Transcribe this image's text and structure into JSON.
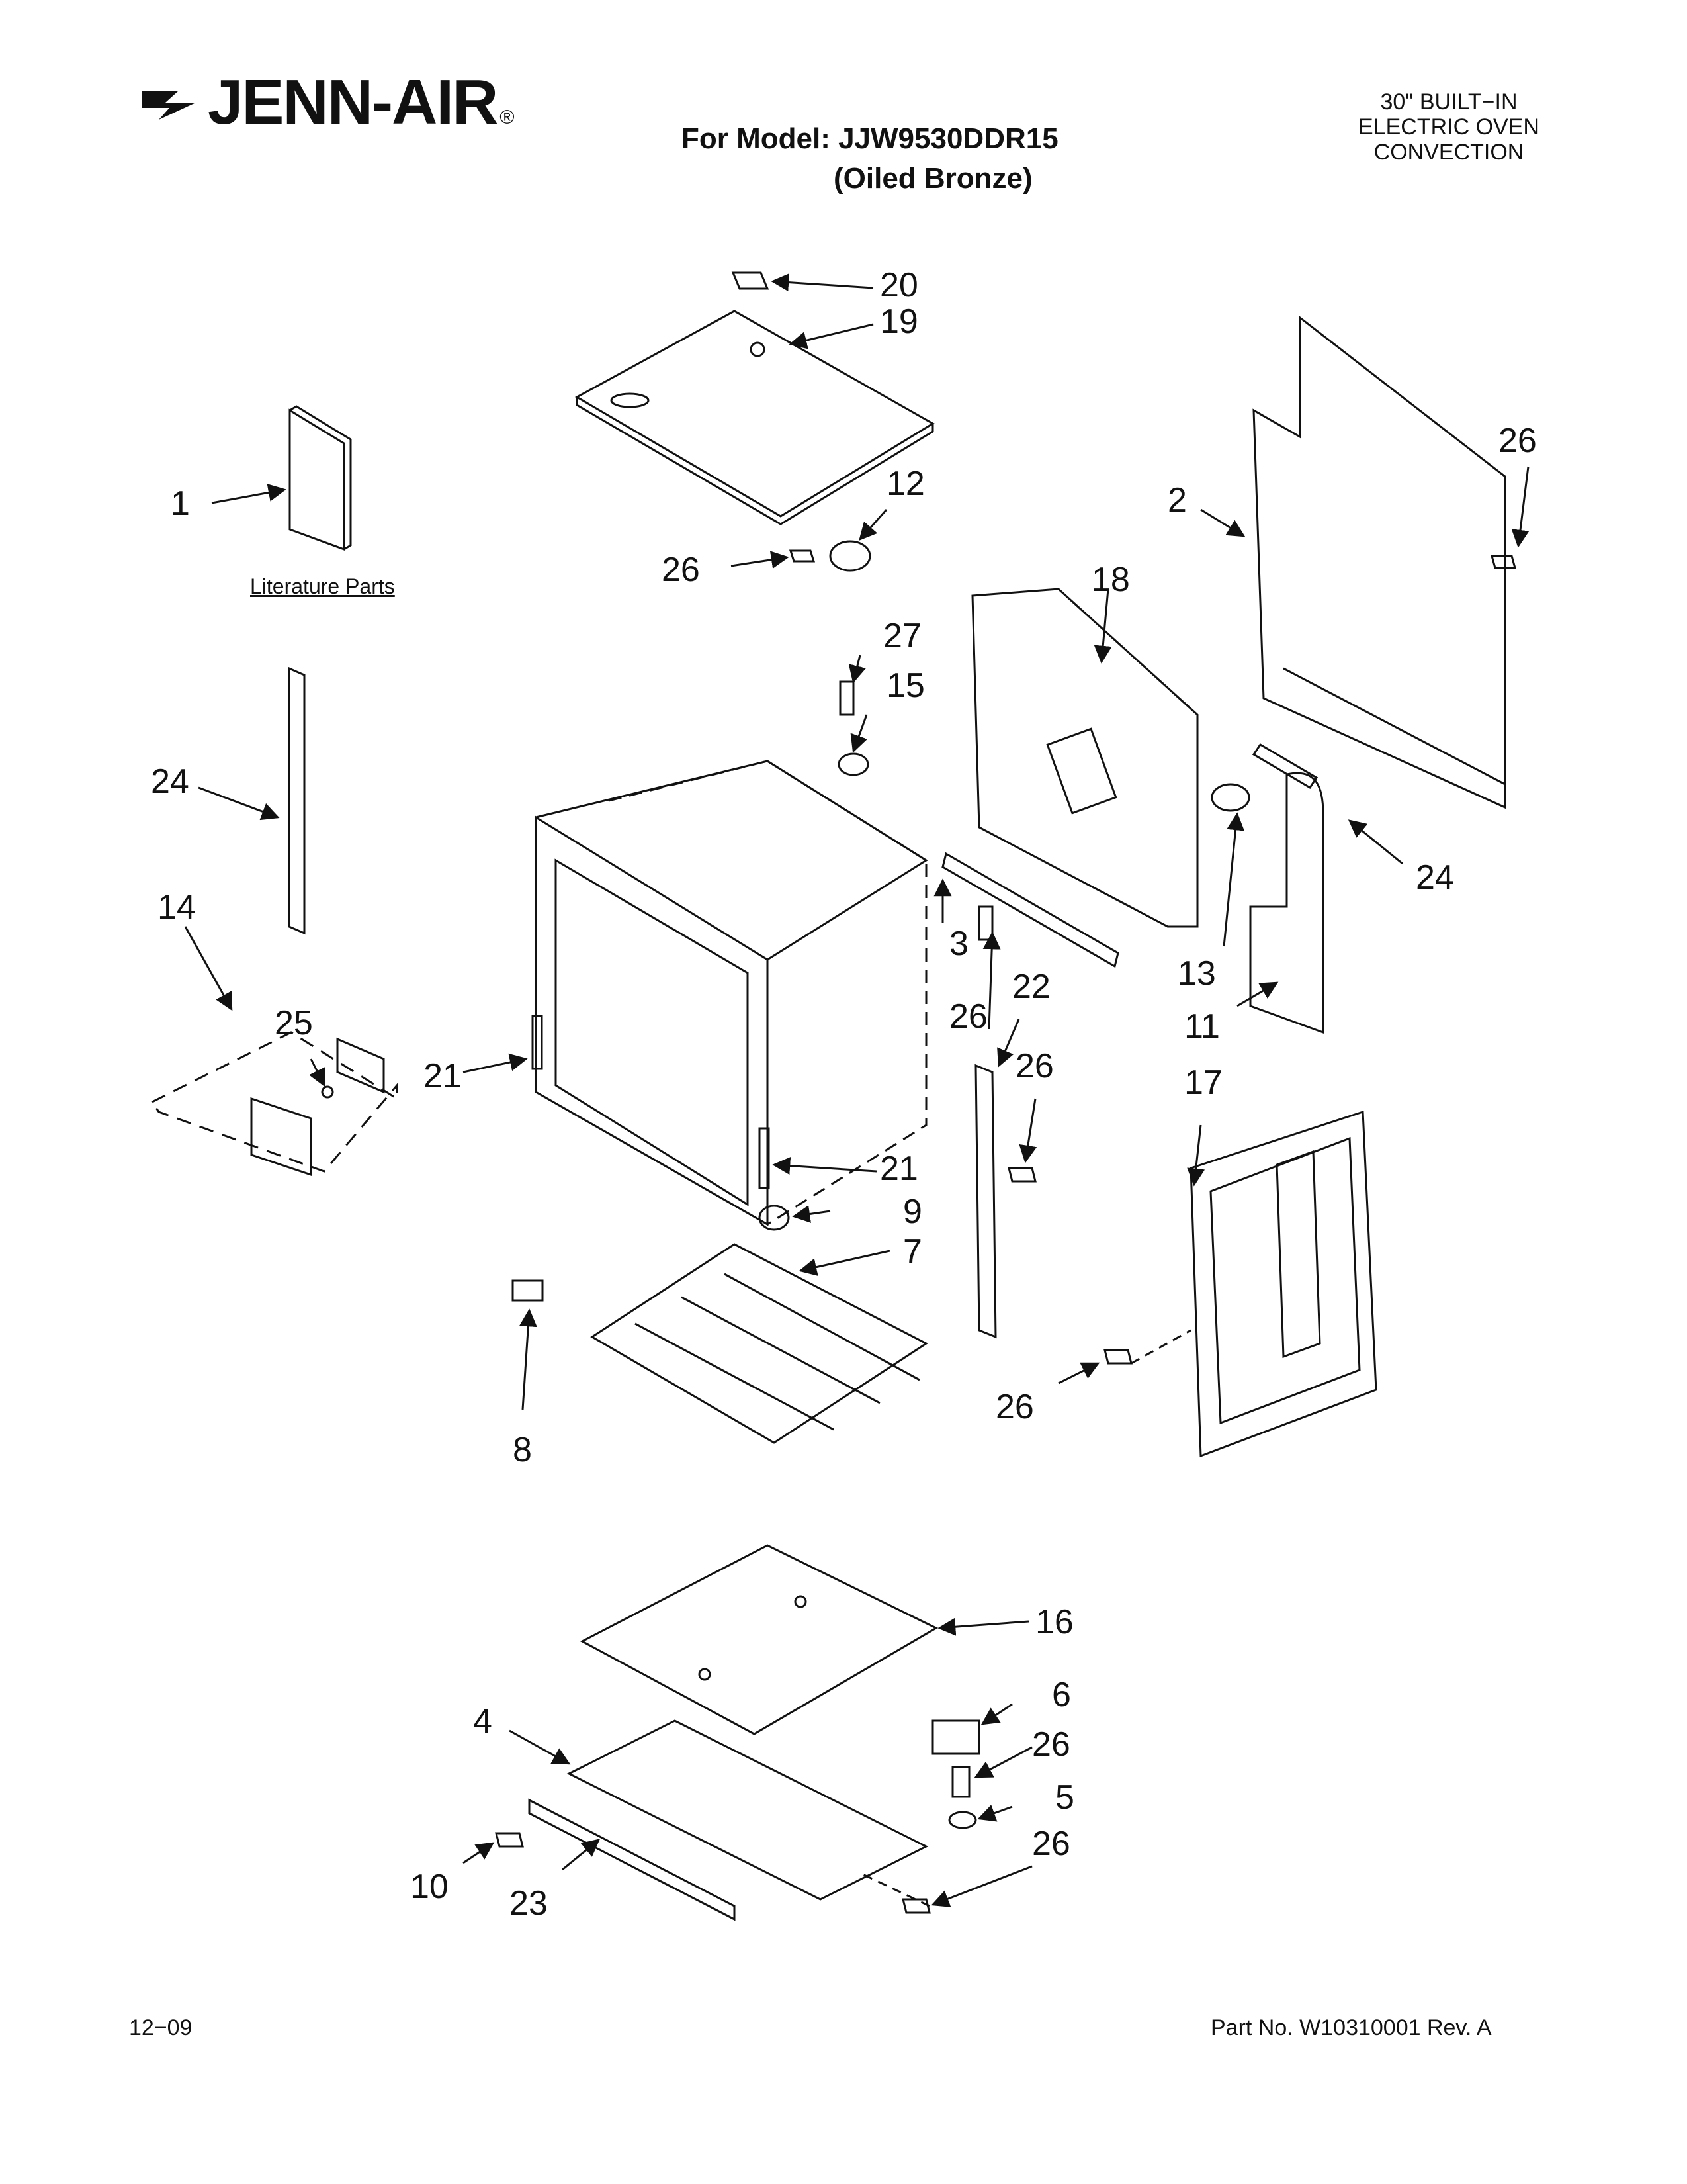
{
  "header": {
    "brand_name": "JENN-AIR",
    "brand_symbol": "®",
    "model_line": "For Model: JJW9530DDR15",
    "finish": "(Oiled Bronze)",
    "product_type": [
      "30\" BUILT−IN",
      "ELECTRIC OVEN",
      "CONVECTION"
    ]
  },
  "footer": {
    "date": "12−09",
    "part_number": "Part No. W10310001 Rev. A"
  },
  "literature_label": "Literature Parts",
  "callouts": [
    {
      "id": "c-20",
      "label": "20"
    },
    {
      "id": "c-19",
      "label": "19"
    },
    {
      "id": "c-26a",
      "label": "26"
    },
    {
      "id": "c-2",
      "label": "2"
    },
    {
      "id": "c-1",
      "label": "1"
    },
    {
      "id": "c-12",
      "label": "12"
    },
    {
      "id": "c-26b",
      "label": "26"
    },
    {
      "id": "c-18",
      "label": "18"
    },
    {
      "id": "c-27",
      "label": "27"
    },
    {
      "id": "c-15",
      "label": "15"
    },
    {
      "id": "c-24a",
      "label": "24"
    },
    {
      "id": "c-24b",
      "label": "24"
    },
    {
      "id": "c-14",
      "label": "14"
    },
    {
      "id": "c-3",
      "label": "3"
    },
    {
      "id": "c-13",
      "label": "13"
    },
    {
      "id": "c-26c",
      "label": "26"
    },
    {
      "id": "c-22",
      "label": "22"
    },
    {
      "id": "c-25",
      "label": "25"
    },
    {
      "id": "c-11",
      "label": "11"
    },
    {
      "id": "c-26d",
      "label": "26"
    },
    {
      "id": "c-21a",
      "label": "21"
    },
    {
      "id": "c-17",
      "label": "17"
    },
    {
      "id": "c-21b",
      "label": "21"
    },
    {
      "id": "c-9",
      "label": "9"
    },
    {
      "id": "c-7",
      "label": "7"
    },
    {
      "id": "c-26e",
      "label": "26"
    },
    {
      "id": "c-8",
      "label": "8"
    },
    {
      "id": "c-16",
      "label": "16"
    },
    {
      "id": "c-6",
      "label": "6"
    },
    {
      "id": "c-4",
      "label": "4"
    },
    {
      "id": "c-26f",
      "label": "26"
    },
    {
      "id": "c-5",
      "label": "5"
    },
    {
      "id": "c-26g",
      "label": "26"
    },
    {
      "id": "c-10",
      "label": "10"
    },
    {
      "id": "c-23",
      "label": "23"
    }
  ]
}
